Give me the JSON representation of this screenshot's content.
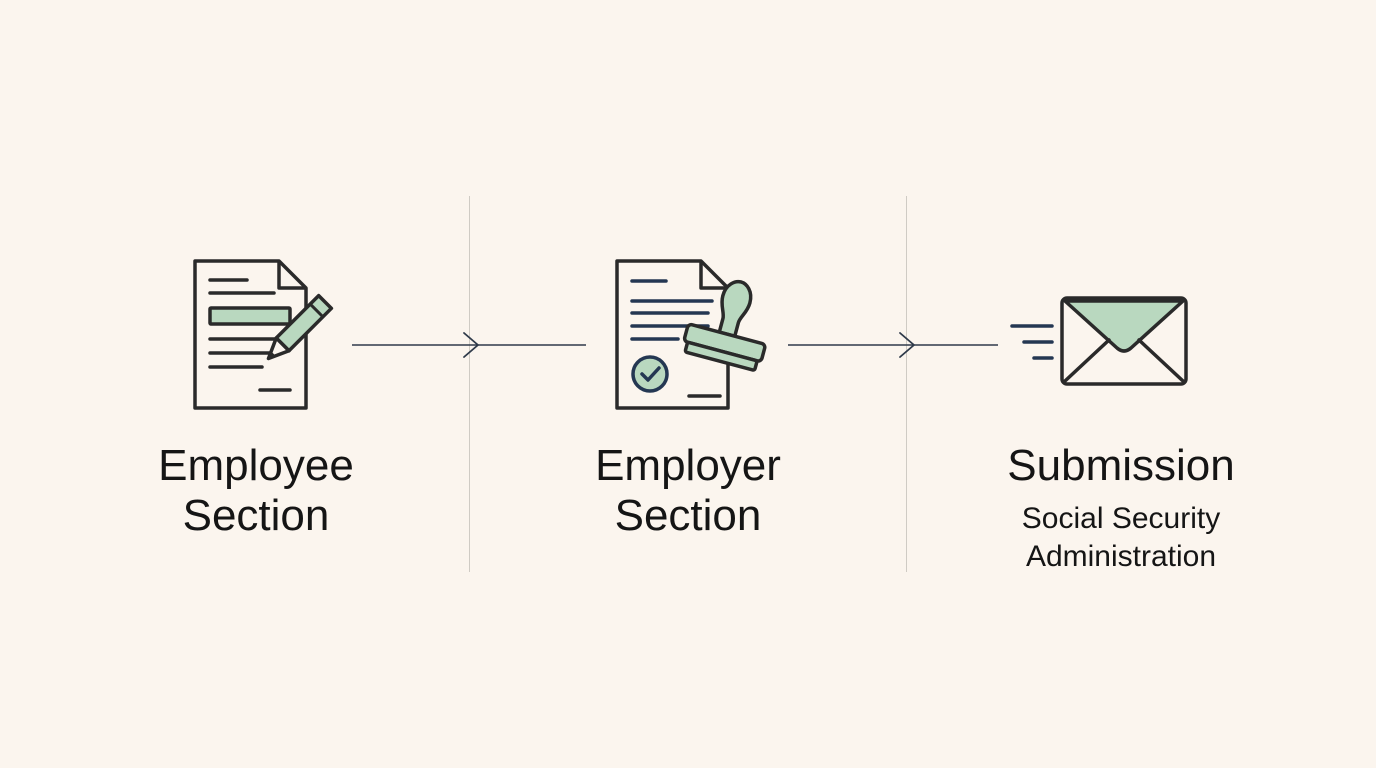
{
  "steps": [
    {
      "id": "employee",
      "title_lines": [
        "Employee",
        "Section"
      ],
      "icon": "document-pencil-icon"
    },
    {
      "id": "employer",
      "title_lines": [
        "Employer",
        "Section"
      ],
      "icon": "document-stamp-icon"
    },
    {
      "id": "submission",
      "title_lines": [
        "Submission"
      ],
      "subtitle_lines": [
        "Social Security",
        "Administration"
      ],
      "icon": "envelope-icon"
    }
  ],
  "colors": {
    "background": "#fbf5ee",
    "stroke": "#2a2a2a",
    "accent_green": "#b9d8bf",
    "connector": "#2f3a4a",
    "lines_blue": "#243752",
    "divider": "#cfcbc4"
  }
}
